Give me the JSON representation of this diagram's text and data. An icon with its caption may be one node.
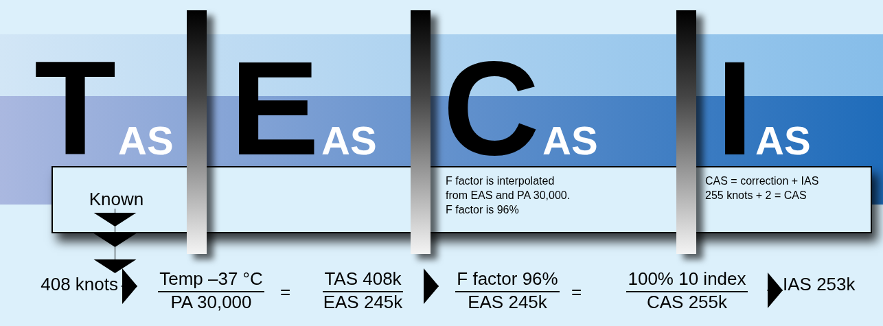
{
  "diagram": {
    "nodes": [
      {
        "text": [],
        "shape": "box"
      },
      {
        "text": [
          "Known"
        ],
        "in": 0
      },
      {
        "text": [
          "F factor is interpolated from EAS and PA 30,000. F factor is 96%"
        ],
        "in": 0
      },
      {
        "text": [
          "CAS = correction + IAS 255 knots + 2 = CAS"
        ],
        "in": 0
      },
      {
        "text": [
          "408 knots"
        ]
      },
      {
        "text": [
          "Temp –37 °C",
          "PA 30,000"
        ]
      },
      {
        "text": [
          "TAS 408k",
          "EAS 245k"
        ]
      },
      {
        "text": [
          "F factor 96%",
          "EAS 245k"
        ]
      },
      {
        "text": [
          "100% 10 index",
          "CAS 255k"
        ]
      },
      {
        "text": [
          "IAS 253k"
        ]
      },
      {
        "text": [],
        "shape": "bar"
      },
      {
        "text": [],
        "shape": "bar"
      },
      {
        "text": [],
        "shape": "bar"
      }
    ],
    "edges": [
      {
        "from": 1,
        "to": 4,
        "arrow": "to"
      },
      {
        "from": 4,
        "to": 5,
        "arrow": "to"
      },
      {
        "from": 6,
        "to": 7,
        "arrow": "to"
      },
      {
        "from": 8,
        "to": 9,
        "arrow": "to"
      }
    ],
    "labels": [
      "T",
      "AS",
      "E",
      "AS",
      "C",
      "AS",
      "I",
      "AS",
      "=",
      "="
    ]
  }
}
